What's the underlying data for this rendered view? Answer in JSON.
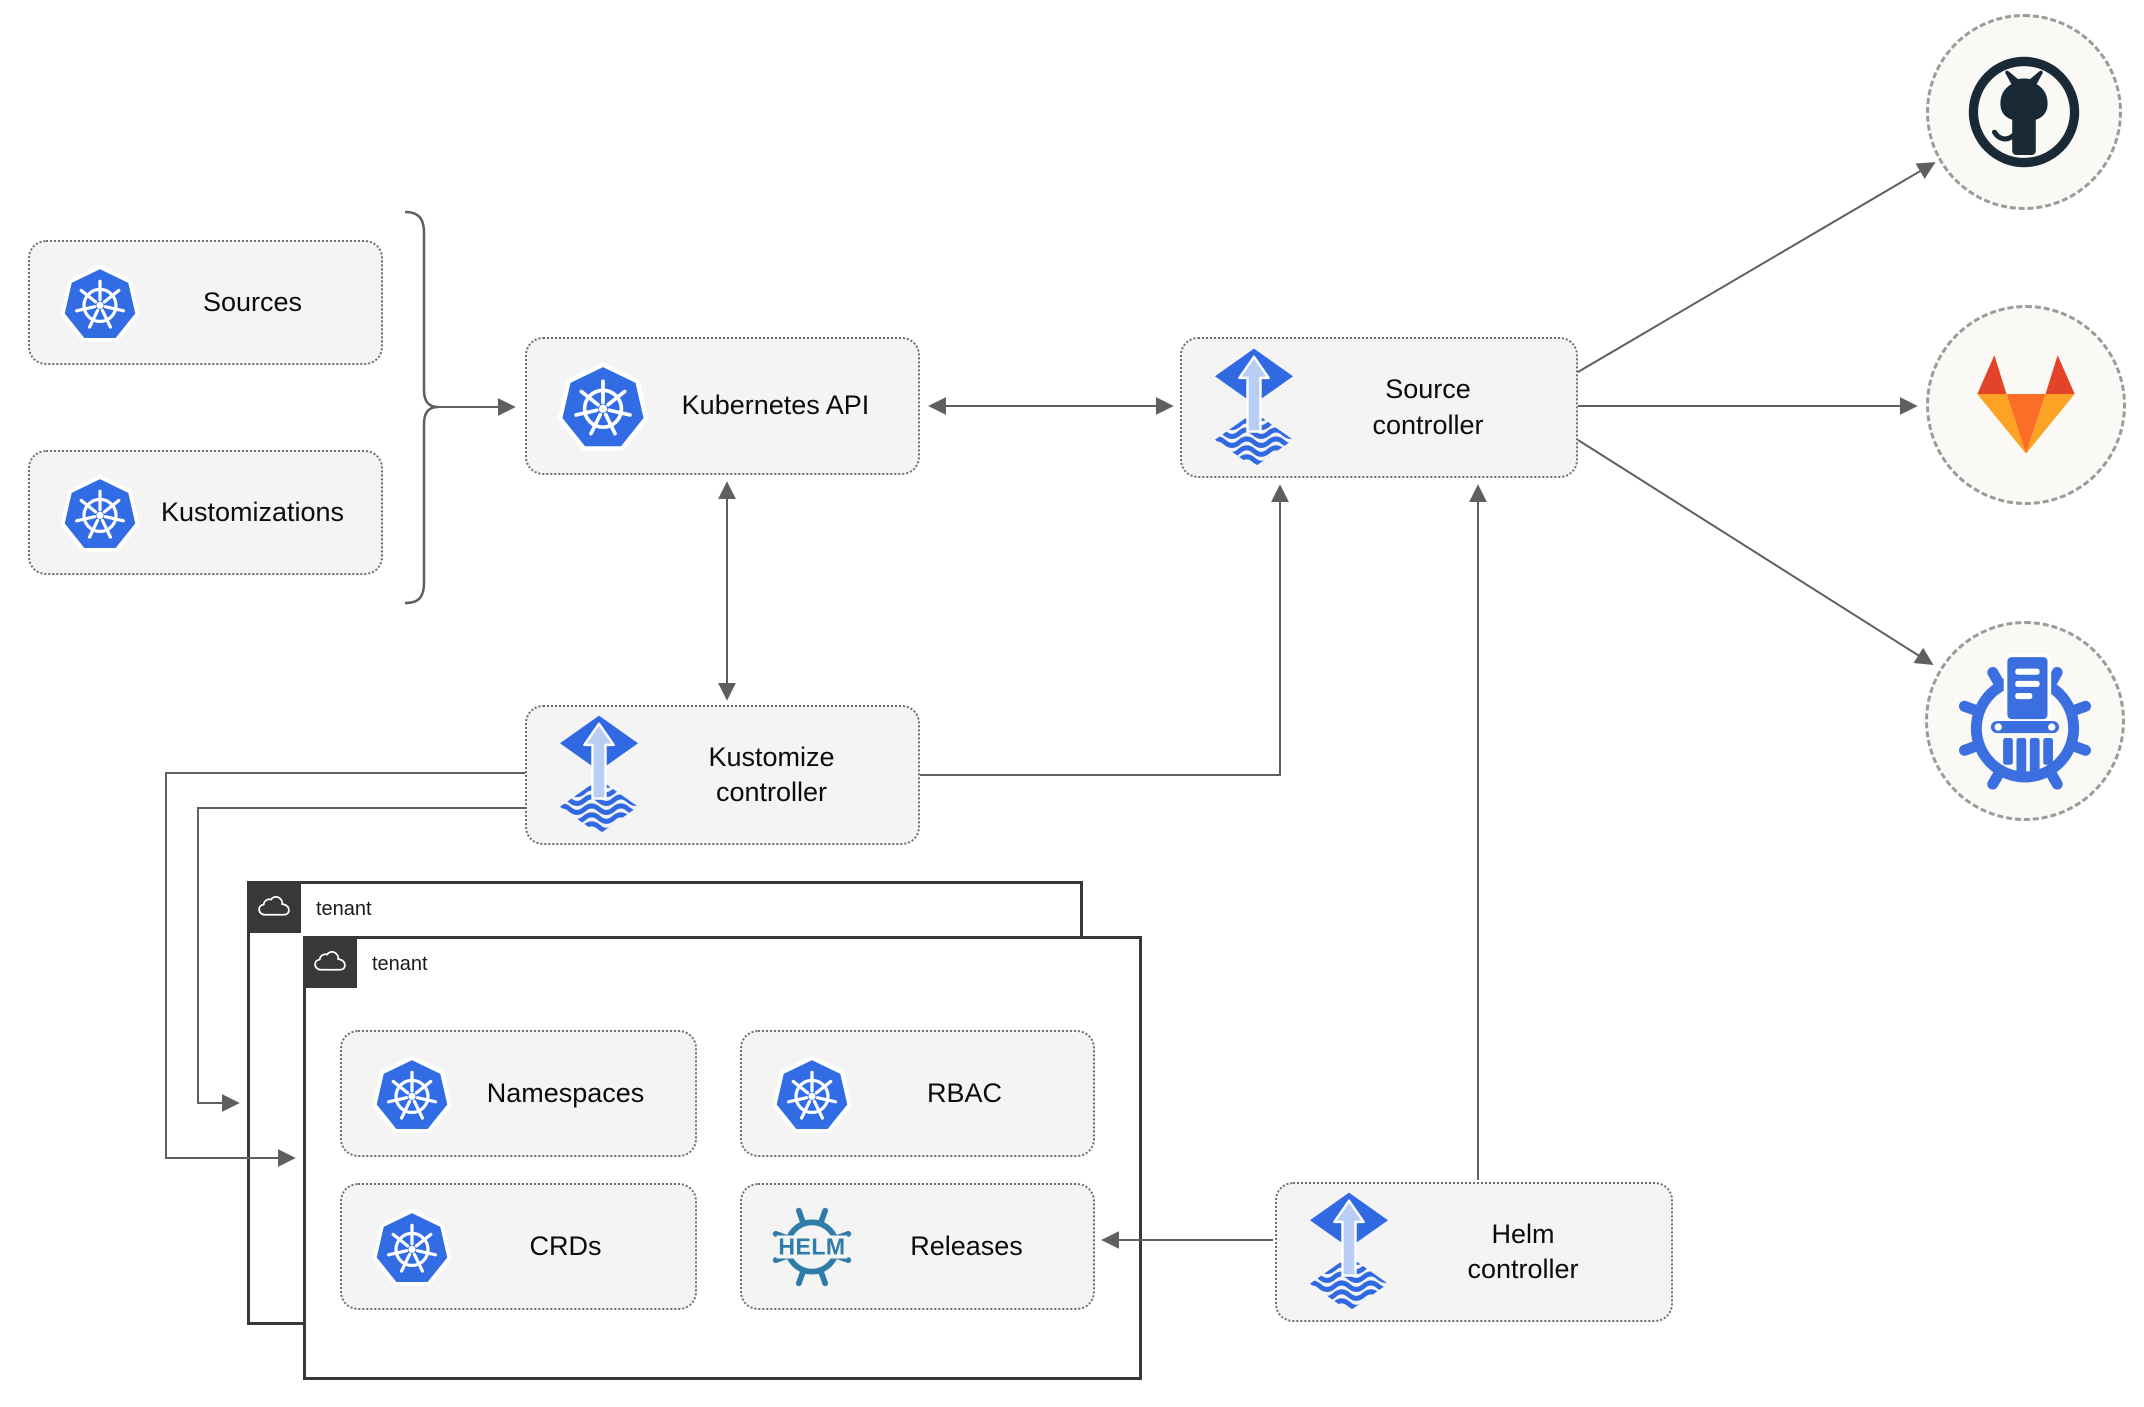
{
  "nodes": {
    "sources": {
      "label": "Sources"
    },
    "kustomizations": {
      "label": "Kustomizations"
    },
    "kubernetes_api": {
      "label": "Kubernetes API"
    },
    "source_controller": {
      "label": "Source\ncontroller"
    },
    "kustomize_controller": {
      "label": "Kustomize\ncontroller"
    },
    "helm_controller": {
      "label": "Helm\ncontroller"
    },
    "namespaces": {
      "label": "Namespaces"
    },
    "rbac": {
      "label": "RBAC"
    },
    "crds": {
      "label": "CRDs"
    },
    "releases": {
      "label": "Releases"
    }
  },
  "tenants": {
    "back": {
      "label": "tenant"
    },
    "front": {
      "label": "tenant"
    }
  },
  "helm_logo_text": "HELM",
  "icons": {
    "kubernetes": "kubernetes-logo",
    "flux": "flux-logo",
    "helm": "helm-logo",
    "cloud": "cloud-icon",
    "github": "github-logo",
    "gitlab": "gitlab-logo",
    "chart_repository": "chartmuseum-logo"
  },
  "colors": {
    "kubernetes_blue": "#326CE5",
    "flux_blue": "#3169e3",
    "flux_light": "#b9cef5",
    "helm_teal": "#2e7ca8",
    "github_dark": "#1a2936",
    "gitlab_red": "#e24329",
    "gitlab_orange": "#fc6d26",
    "gitlab_amber": "#fca326",
    "chartmuseum_blue": "#3b6fe0",
    "connector_gray": "#5f5f5f",
    "node_fill": "#f4f4f4",
    "tenant_border": "#383838"
  }
}
